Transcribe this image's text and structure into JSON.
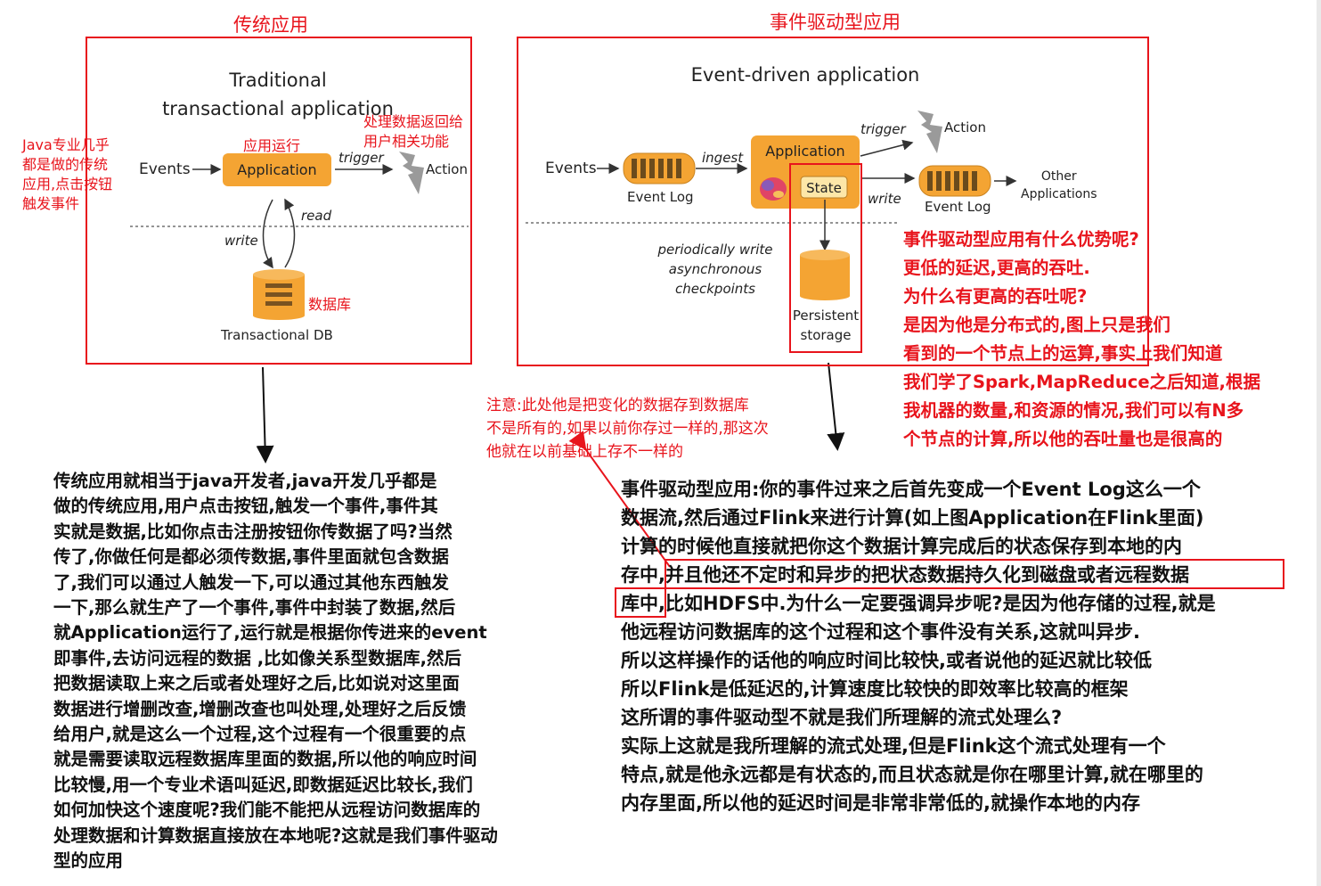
{
  "traditional": {
    "heading": "传统应用",
    "title_line1": "Traditional",
    "title_line2": "transactional application",
    "events": "Events",
    "application": "Application",
    "trigger": "trigger",
    "action": "Action",
    "read": "read",
    "write": "write",
    "db_label": "Transactional DB",
    "note_left": [
      "Java专业几乎",
      "都是做的传统",
      "应用,点击按钮",
      "触发事件"
    ],
    "note_app": "应用运行",
    "note_return": [
      "处理数据返回给",
      "用户相关功能"
    ],
    "note_db": "数据库"
  },
  "eventdriven": {
    "heading": "事件驱动型应用",
    "title": "Event-driven application",
    "events": "Events",
    "ingest": "ingest",
    "event_log": "Event Log",
    "application": "Application",
    "state": "State",
    "trigger": "trigger",
    "action": "Action",
    "write": "write",
    "event_log2": "Event Log",
    "other_apps_line1": "Other",
    "other_apps_line2": "Applications",
    "checkpoint_lines": [
      "periodically write",
      "asynchronous",
      "checkpoints"
    ],
    "persistent_line1": "Persistent",
    "persistent_line2": "storage"
  },
  "advantage_note": [
    "事件驱动型应用有什么优势呢?",
    "更低的延迟,更高的吞吐.",
    "为什么有更高的吞吐呢?",
    "是因为他是分布式的,图上只是我们",
    "看到的一个节点上的运算,事实上我们知道",
    "我们学了Spark,MapReduce之后知道,根据",
    "我机器的数量,和资源的情况,我们可以有N多",
    "个节点的计算,所以他的吞吐量也是很高的"
  ],
  "attention_note": [
    "注意:此处他是把变化的数据存到数据库",
    "不是所有的,如果以前你存过一样的,那这次",
    "他就在以前基础上存不一样的"
  ],
  "left_paragraph": [
    "传统应用就相当于java开发者,java开发几乎都是",
    "做的传统应用,用户点击按钮,触发一个事件,事件其",
    "实就是数据,比如你点击注册按钮你传数据了吗?当然",
    "传了,你做任何是都必须传数据,事件里面就包含数据",
    "了,我们可以通过人触发一下,可以通过其他东西触发",
    "一下,那么就生产了一个事件,事件中封装了数据,然后",
    "就Application运行了,运行就是根据你传进来的event",
    "即事件,去访问远程的数据 ,比如像关系型数据库,然后",
    "把数据读取上来之后或者处理好之后,比如说对这里面",
    "数据进行增删改查,增删改查也叫处理,处理好之后反馈",
    "给用户,就是这么一个过程,这个过程有一个很重要的点",
    "就是需要读取远程数据库里面的数据,所以他的响应时间",
    "比较慢,用一个专业术语叫延迟,即数据延迟比较长,我们",
    "如何加快这个速度呢?我们能不能把从远程访问数据库的",
    "处理数据和计算数据直接放在本地呢?这就是我们事件驱动",
    "型的应用"
  ],
  "right_paragraph": [
    "事件驱动型应用:你的事件过来之后首先变成一个Event Log这么一个",
    "数据流,然后通过Flink来进行计算(如上图Application在Flink里面)",
    "计算的时候他直接就把你这个数据计算完成后的状态保存到本地的内",
    "存中,并且他还不定时和异步的把状态数据持久化到磁盘或者远程数据",
    "库中,比如HDFS中.为什么一定要强调异步呢?是因为他存储的过程,就是",
    "他远程访问数据库的这个过程和这个事件没有关系,这就叫异步.",
    "所以这样操作的话他的响应时间比较快,或者说他的延迟就比较低",
    "所以Flink是低延迟的,计算速度比较快的即效率比较高的框架",
    "这所谓的事件驱动型不就是我们所理解的流式处理么?",
    "实际上这就是我所理解的流式处理,但是Flink这个流式处理有一个",
    "特点,就是他永远都是有状态的,而且状态就是你在哪里计算,就在哪里的",
    "内存里面,所以他的延迟时间是非常非常低的,就操作本地的内存"
  ],
  "colors": {
    "annotation_red": "#e8141c",
    "app_orange": "#f4a433"
  }
}
